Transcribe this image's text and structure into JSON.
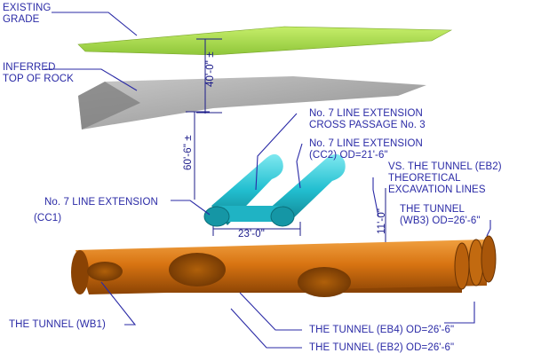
{
  "labels": {
    "existing_grade": [
      "EXISTING",
      "GRADE"
    ],
    "inferred_rock": [
      "INFERRED",
      "TOP OF ROCK"
    ],
    "cross_passage": [
      "No. 7 LINE EXTENSION",
      "CROSS PASSAGE No. 3"
    ],
    "cc2": [
      "No. 7 LINE EXTENSION",
      "(CC2) OD=21'-6\""
    ],
    "vs_tunnel": [
      "VS. THE TUNNEL (EB2)",
      "THEORETICAL",
      "EXCAVATION LINES"
    ],
    "cc1": [
      "No. 7 LINE EXTENSION",
      "(CC1)"
    ],
    "wb3": [
      "THE TUNNEL",
      "(WB3) OD=26'-6\""
    ],
    "wb1": "THE TUNNEL (WB1)",
    "eb4": "THE TUNNEL (EB4) OD=26'-6\"",
    "eb2": "THE TUNNEL (EB2) OD=26'-6\""
  },
  "dimensions": {
    "grade_to_rock": "40'-0\" ±",
    "rock_to_passage": "60'-6\" ±",
    "passage_spacing": "23'-0\"",
    "passage_to_tunnel": "11'-0\""
  },
  "colors": {
    "grade": "#a9d84a",
    "rock": "#a8a8a8",
    "cross_passage": "#27c7d6",
    "tunnel": "#d9730f",
    "leader": "#2a2aa6"
  }
}
